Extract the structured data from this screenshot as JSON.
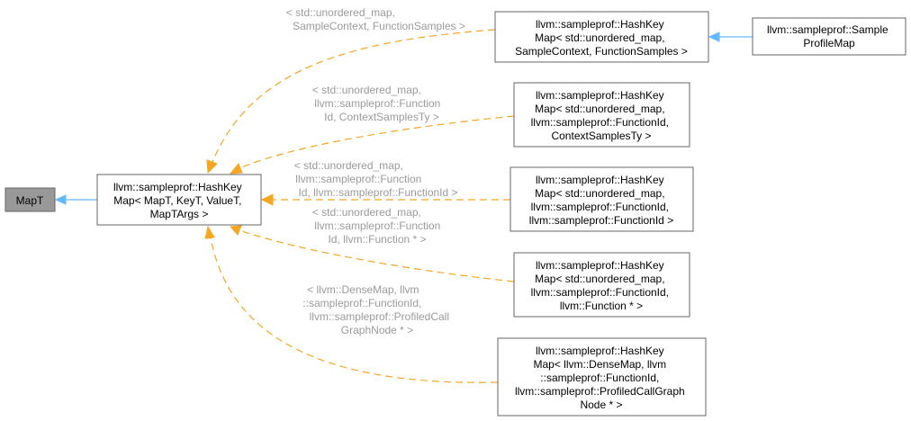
{
  "nodes": {
    "mapt": {
      "lines": [
        "MapT"
      ]
    },
    "hashkeymap": {
      "lines": [
        "llvm::sampleprof::HashKey",
        "Map< MapT, KeyT, ValueT,",
        "MapTArgs >"
      ]
    },
    "hk_samplecontext": {
      "lines": [
        "llvm::sampleprof::HashKey",
        "Map< std::unordered_map,",
        "SampleContext, FunctionSamples >"
      ]
    },
    "sampleprofilemap": {
      "lines": [
        "llvm::sampleprof::Sample",
        "ProfileMap"
      ]
    },
    "hk_contextsamples": {
      "lines": [
        "llvm::sampleprof::HashKey",
        "Map< std::unordered_map,",
        "llvm::sampleprof::FunctionId,",
        "ContextSamplesTy >"
      ]
    },
    "hk_functionid": {
      "lines": [
        "llvm::sampleprof::HashKey",
        "Map< std::unordered_map,",
        "llvm::sampleprof::FunctionId,",
        "llvm::sampleprof::FunctionId >"
      ]
    },
    "hk_function": {
      "lines": [
        "llvm::sampleprof::HashKey",
        "Map< std::unordered_map,",
        "llvm::sampleprof::FunctionId,",
        "llvm::Function * >"
      ]
    },
    "hk_densemap": {
      "lines": [
        "llvm::sampleprof::HashKey",
        "Map< llvm::DenseMap, llvm",
        "::sampleprof::FunctionId,",
        "llvm::sampleprof::ProfiledCallGraph",
        "Node * >"
      ]
    }
  },
  "edge_labels": {
    "samplecontext": [
      "< std::unordered_map,",
      "SampleContext, FunctionSamples >"
    ],
    "contextsamples": [
      "< std::unordered_map,",
      "llvm::sampleprof::Function",
      "Id, ContextSamplesTy >"
    ],
    "functionid": [
      "< std::unordered_map,",
      "llvm::sampleprof::Function",
      "Id, llvm::sampleprof::FunctionId >"
    ],
    "function": [
      "< std::unordered_map,",
      "llvm::sampleprof::Function",
      "Id, llvm::Function * >"
    ],
    "densemap": [
      "< llvm::DenseMap, llvm",
      "::sampleprof::FunctionId,",
      "llvm::sampleprof::ProfiledCall",
      "GraphNode * >"
    ]
  },
  "colors": {
    "template_edge": "#f5a623",
    "inheritance_edge": "#63b8ff",
    "root_fill": "#999999",
    "label_text": "#9a9a9a"
  }
}
